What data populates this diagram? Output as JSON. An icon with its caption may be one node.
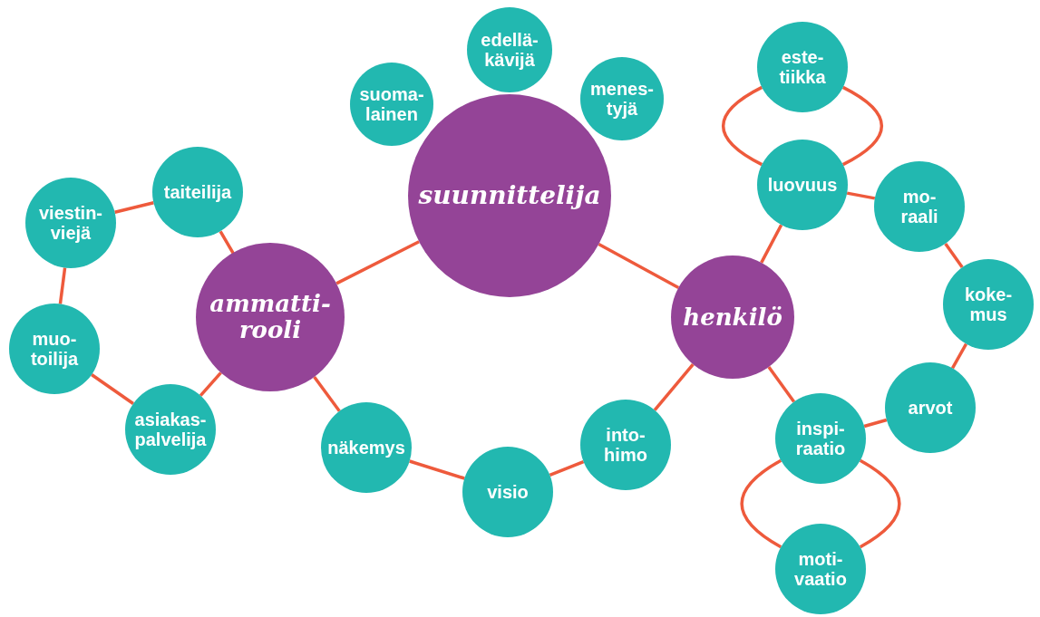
{
  "diagram": {
    "nodes": [
      {
        "text": [
          "suunnittelija"
        ]
      },
      {
        "text": [
          "ammatti-rooli"
        ]
      },
      {
        "text": [
          "henkilö"
        ]
      },
      {
        "text": [
          "edellä-kävijä"
        ]
      },
      {
        "text": [
          "suoma-lainen"
        ]
      },
      {
        "text": [
          "menes-tyjä"
        ]
      },
      {
        "text": [
          "taiteilija"
        ]
      },
      {
        "text": [
          "viestin-viejä"
        ]
      },
      {
        "text": [
          "muo-toilija"
        ]
      },
      {
        "text": [
          "asiakas-palvelija"
        ]
      },
      {
        "text": [
          "näkemys"
        ]
      },
      {
        "text": [
          "visio"
        ]
      },
      {
        "text": [
          "into-himo"
        ]
      },
      {
        "text": [
          "este-tiikka"
        ]
      },
      {
        "text": [
          "luovuus"
        ]
      },
      {
        "text": [
          "mo-raali"
        ]
      },
      {
        "text": [
          "koke-mus"
        ]
      },
      {
        "text": [
          "arvot"
        ]
      },
      {
        "text": [
          "inspi-raatio"
        ]
      },
      {
        "text": [
          "moti-vaatio"
        ]
      }
    ],
    "edges": [
      {
        "from": 0,
        "to": 1,
        "arrow": "none"
      },
      {
        "from": 0,
        "to": 2,
        "arrow": "none"
      },
      {
        "from": 1,
        "to": 10,
        "arrow": "none"
      },
      {
        "from": 10,
        "to": 11,
        "arrow": "none"
      },
      {
        "from": 11,
        "to": 12,
        "arrow": "none"
      },
      {
        "from": 12,
        "to": 2,
        "arrow": "none"
      },
      {
        "from": 1,
        "to": 6,
        "arrow": "none"
      },
      {
        "from": 6,
        "to": 7,
        "arrow": "none"
      },
      {
        "from": 7,
        "to": 8,
        "arrow": "none"
      },
      {
        "from": 8,
        "to": 9,
        "arrow": "none"
      },
      {
        "from": 9,
        "to": 1,
        "arrow": "none"
      },
      {
        "from": 2,
        "to": 14,
        "arrow": "none"
      },
      {
        "from": 14,
        "to": 15,
        "arrow": "none"
      },
      {
        "from": 15,
        "to": 16,
        "arrow": "none"
      },
      {
        "from": 16,
        "to": 17,
        "arrow": "none"
      },
      {
        "from": 17,
        "to": 18,
        "arrow": "none"
      },
      {
        "from": 18,
        "to": 2,
        "arrow": "none"
      },
      {
        "from": 13,
        "to": 14,
        "arrow": "none"
      },
      {
        "from": 13,
        "to": 14,
        "arrow": "none"
      },
      {
        "from": 18,
        "to": 19,
        "arrow": "none"
      },
      {
        "from": 18,
        "to": 19,
        "arrow": "none"
      }
    ]
  }
}
